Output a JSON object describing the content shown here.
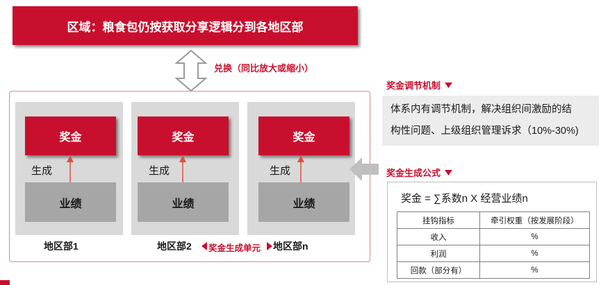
{
  "banner": {
    "text": "区域：粮食包仍按获取分享逻辑分到各地区部"
  },
  "exchange": {
    "label": "兑换（同比放大或缩小）"
  },
  "departments": [
    {
      "bonus": "奖金",
      "generate": "生成",
      "performance": "业绩",
      "name": "地区部1"
    },
    {
      "bonus": "奖金",
      "generate": "生成",
      "performance": "业绩",
      "name": "地区部2"
    },
    {
      "bonus": "奖金",
      "generate": "生成",
      "performance": "业绩",
      "name": "地区部n"
    }
  ],
  "unit_label": "奖金生成单元",
  "mechanism": {
    "title": "奖金调节机制",
    "lines": [
      "体系内有调节机制，解决组织间激励的结",
      "构性问题、上级组织管理诉求（10%-30%)"
    ]
  },
  "formula": {
    "title": "奖金生成公式",
    "text": "奖金 = ∑系数n X 经营业绩n",
    "table": {
      "headers": [
        "挂钩指标",
        "牵引权重（按发展阶段）"
      ],
      "rows": [
        [
          "收入",
          "%"
        ],
        [
          "利润",
          "%"
        ],
        [
          "回款（部分有）",
          "%"
        ]
      ]
    }
  },
  "colors": {
    "accent": "#c8102e",
    "panel": "#d9d9d9",
    "perf": "#a6a6a6"
  },
  "icons": {
    "exchange": "double-arrow-vertical-icon",
    "feed": "left-arrow-icon",
    "title_marker": "triangle-down-icon"
  }
}
